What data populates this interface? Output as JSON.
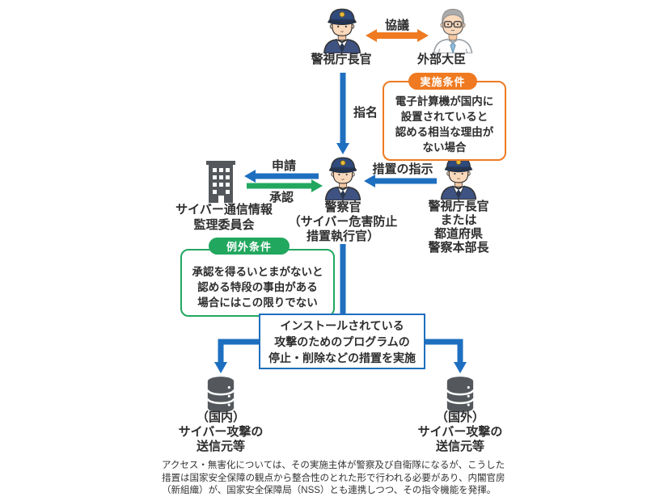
{
  "colors": {
    "blue": "#1E6FBF",
    "green": "#22A75F",
    "orange": "#EF7A21",
    "icon_gray": "#54585C",
    "text": "#2E2E2E"
  },
  "nodes": {
    "top_officer": {
      "label": "警視庁長官",
      "icon": "police-officer-icon"
    },
    "minister": {
      "label": "外部大臣",
      "icon": "minister-icon"
    },
    "committee": {
      "lines": [
        "サイバー通信情報",
        "監理委員会"
      ],
      "icon": "building-icon"
    },
    "central_officer": {
      "lines": [
        "警察官",
        "（サイバー危害防止",
        "措置執行官）"
      ],
      "icon": "police-officer-icon"
    },
    "right_officer": {
      "lines": [
        "警視庁長官",
        "または",
        "都道府県",
        "警察本部長"
      ],
      "icon": "police-officer-icon"
    },
    "domestic_target": {
      "lines": [
        "（国内）",
        "サイバー攻撃の",
        "送信元等"
      ],
      "icon": "database-icon"
    },
    "foreign_target": {
      "lines": [
        "（国外）",
        "サイバー攻撃の",
        "送信元等"
      ],
      "icon": "database-icon"
    }
  },
  "arrows": {
    "kyougi": "協議",
    "shimei": "指名",
    "shinsei": "申請",
    "shounin": "承認",
    "sochi_no_shiji": "措置の指示"
  },
  "condition_box": {
    "badge": "実施条件",
    "lines": [
      "電子計算機が国内に",
      "設置されていると",
      "認める相当な理由が",
      "ない場合"
    ]
  },
  "exception_box": {
    "badge": "例外条件",
    "lines": [
      "承認を得るいとまがないと",
      "認める特段の事由がある",
      "場合にはこの限りでない"
    ]
  },
  "action_box": {
    "lines": [
      "インストールされている",
      "攻撃のためのプログラムの",
      "停止・削除などの措置を実施"
    ]
  },
  "footnote": {
    "lines": [
      "アクセス・無害化については、その実施主体が警察及び自衛隊になるが、こうした",
      "措置は国家安全保障の観点から整合性のとれた形で行われる必要があり、内閣官房",
      "（新組織）が、国家安全保障局（NSS）とも連携しつつ、その指令機能を発揮。"
    ]
  }
}
